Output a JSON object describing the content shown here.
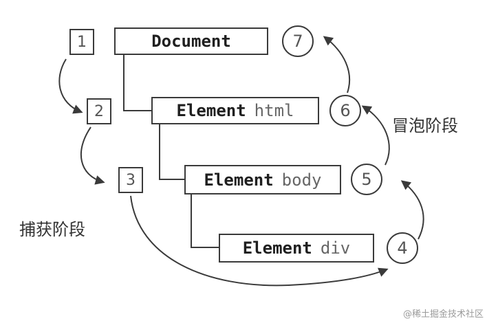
{
  "nodes": {
    "document": {
      "keyword": "Document",
      "name": ""
    },
    "html": {
      "keyword": "Element",
      "name": "html"
    },
    "body": {
      "keyword": "Element",
      "name": "body"
    },
    "div": {
      "keyword": "Element",
      "name": "div"
    }
  },
  "capture_steps": [
    "1",
    "2",
    "3"
  ],
  "bubble_steps": [
    "4",
    "5",
    "6",
    "7"
  ],
  "labels": {
    "capture_phase": "捕获阶段",
    "bubble_phase": "冒泡阶段"
  },
  "watermark": "@稀土掘金技术社区",
  "colors": {
    "stroke": "#3a3a3a",
    "text": "#333333",
    "muted": "#666666"
  }
}
